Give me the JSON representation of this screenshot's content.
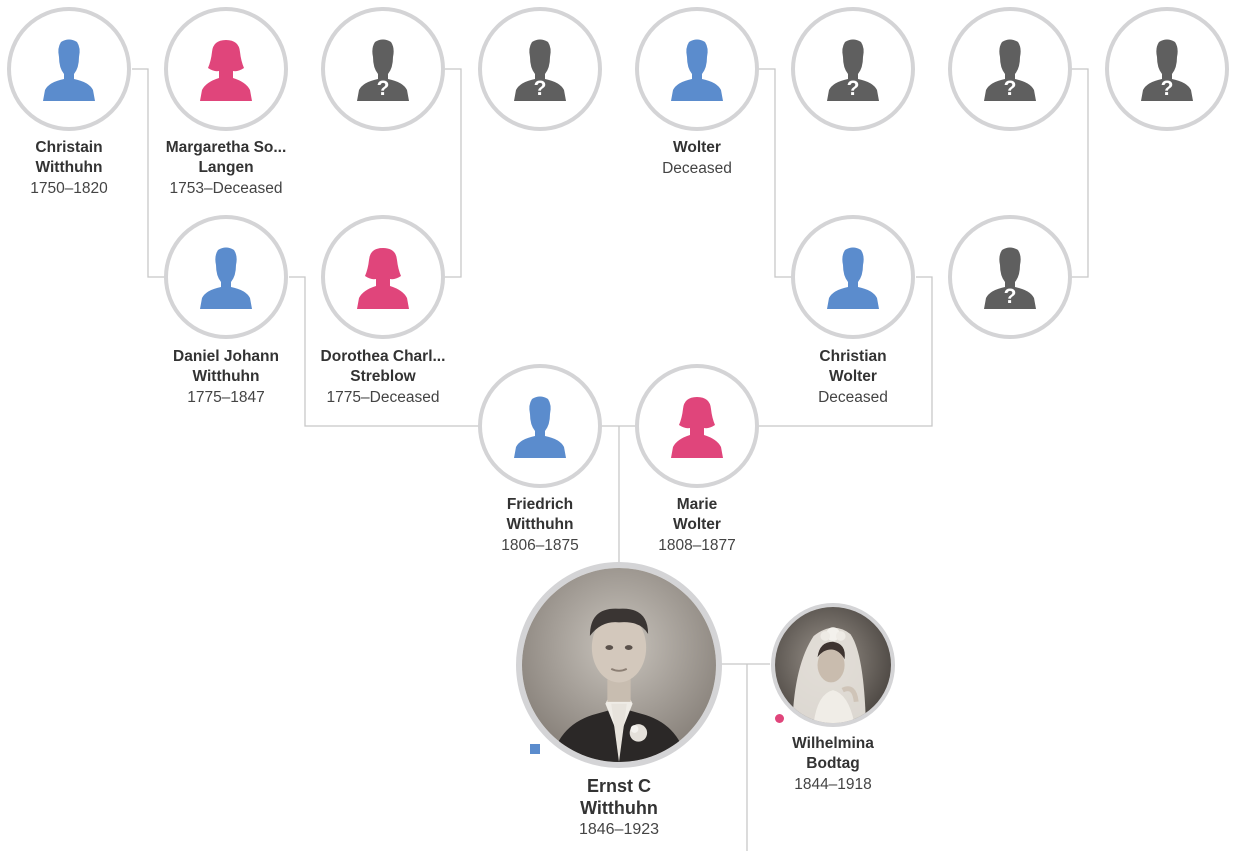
{
  "colors": {
    "male": "#5b8ccd",
    "female": "#e0457b",
    "unknown": "#5f5f5f",
    "ring": "#d4d4d6",
    "line": "#c8c8c8"
  },
  "people": {
    "christain_witthuhn": {
      "name_line1": "Christain",
      "name_line2": "Witthuhn",
      "dates": "1750–1820",
      "gender": "male",
      "icon": "male-silhouette-icon"
    },
    "margaretha_langen": {
      "name_line1": "Margaretha So...",
      "name_line2": "Langen",
      "dates": "1753–Deceased",
      "gender": "female",
      "icon": "female-silhouette-icon"
    },
    "unknown_1": {
      "gender": "unknown",
      "icon": "unknown-person-icon"
    },
    "unknown_2": {
      "gender": "unknown",
      "icon": "unknown-person-icon"
    },
    "wolter": {
      "name_line1": "Wolter",
      "dates": "Deceased",
      "gender": "male",
      "icon": "male-silhouette-icon"
    },
    "unknown_3": {
      "gender": "unknown",
      "icon": "unknown-person-icon"
    },
    "unknown_4": {
      "gender": "unknown",
      "icon": "unknown-person-icon"
    },
    "unknown_5": {
      "gender": "unknown",
      "icon": "unknown-person-icon"
    },
    "daniel_johann_witthuhn": {
      "name_line1": "Daniel Johann",
      "name_line2": "Witthuhn",
      "dates": "1775–1847",
      "gender": "male",
      "icon": "male-silhouette-icon"
    },
    "dorothea_streblow": {
      "name_line1": "Dorothea Charl...",
      "name_line2": "Streblow",
      "dates": "1775–Deceased",
      "gender": "female",
      "icon": "female-silhouette-icon"
    },
    "christian_wolter": {
      "name_line1": "Christian",
      "name_line2": "Wolter",
      "dates": "Deceased",
      "gender": "male",
      "icon": "male-silhouette-icon"
    },
    "unknown_6": {
      "gender": "unknown",
      "icon": "unknown-person-icon"
    },
    "friedrich_witthuhn": {
      "name_line1": "Friedrich",
      "name_line2": "Witthuhn",
      "dates": "1806–1875",
      "gender": "male",
      "icon": "male-silhouette-icon"
    },
    "marie_wolter": {
      "name_line1": "Marie",
      "name_line2": "Wolter",
      "dates": "1808–1877",
      "gender": "female",
      "icon": "female-silhouette-icon"
    },
    "ernst_c_witthuhn": {
      "name_line1": "Ernst C",
      "name_line2": "Witthuhn",
      "dates": "1846–1923",
      "gender": "male",
      "icon": "portrait-photo"
    },
    "wilhelmina_bodtag": {
      "name_line1": "Wilhelmina",
      "name_line2": "Bodtag",
      "dates": "1844–1918",
      "gender": "female",
      "icon": "portrait-photo"
    }
  }
}
